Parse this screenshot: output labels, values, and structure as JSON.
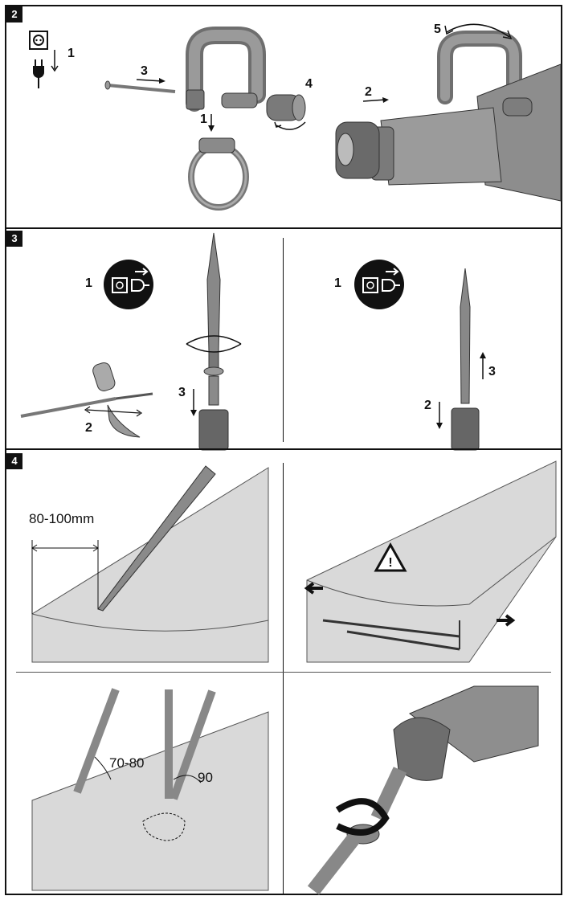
{
  "step2": {
    "badge": "2",
    "labels": {
      "unplug": "1",
      "bolt_insert": "3",
      "bolt_arrow": "1",
      "knob_turn": "4",
      "handle_slide": "2",
      "handle_rotate": "5"
    }
  },
  "step3": {
    "badge": "3",
    "left": {
      "unplug": "1",
      "grease": "2",
      "insert": "3"
    },
    "right": {
      "unplug": "1",
      "pull_down": "2",
      "pull_up": "3"
    }
  },
  "step4": {
    "badge": "4",
    "distance_label": "80-100mm",
    "angle_label": "70-80",
    "right_angle_label": "90"
  },
  "colors": {
    "line": "#111111",
    "tool_gray": "#8a8a8a",
    "tool_dark": "#555555",
    "concrete": "#d9d9d9"
  }
}
